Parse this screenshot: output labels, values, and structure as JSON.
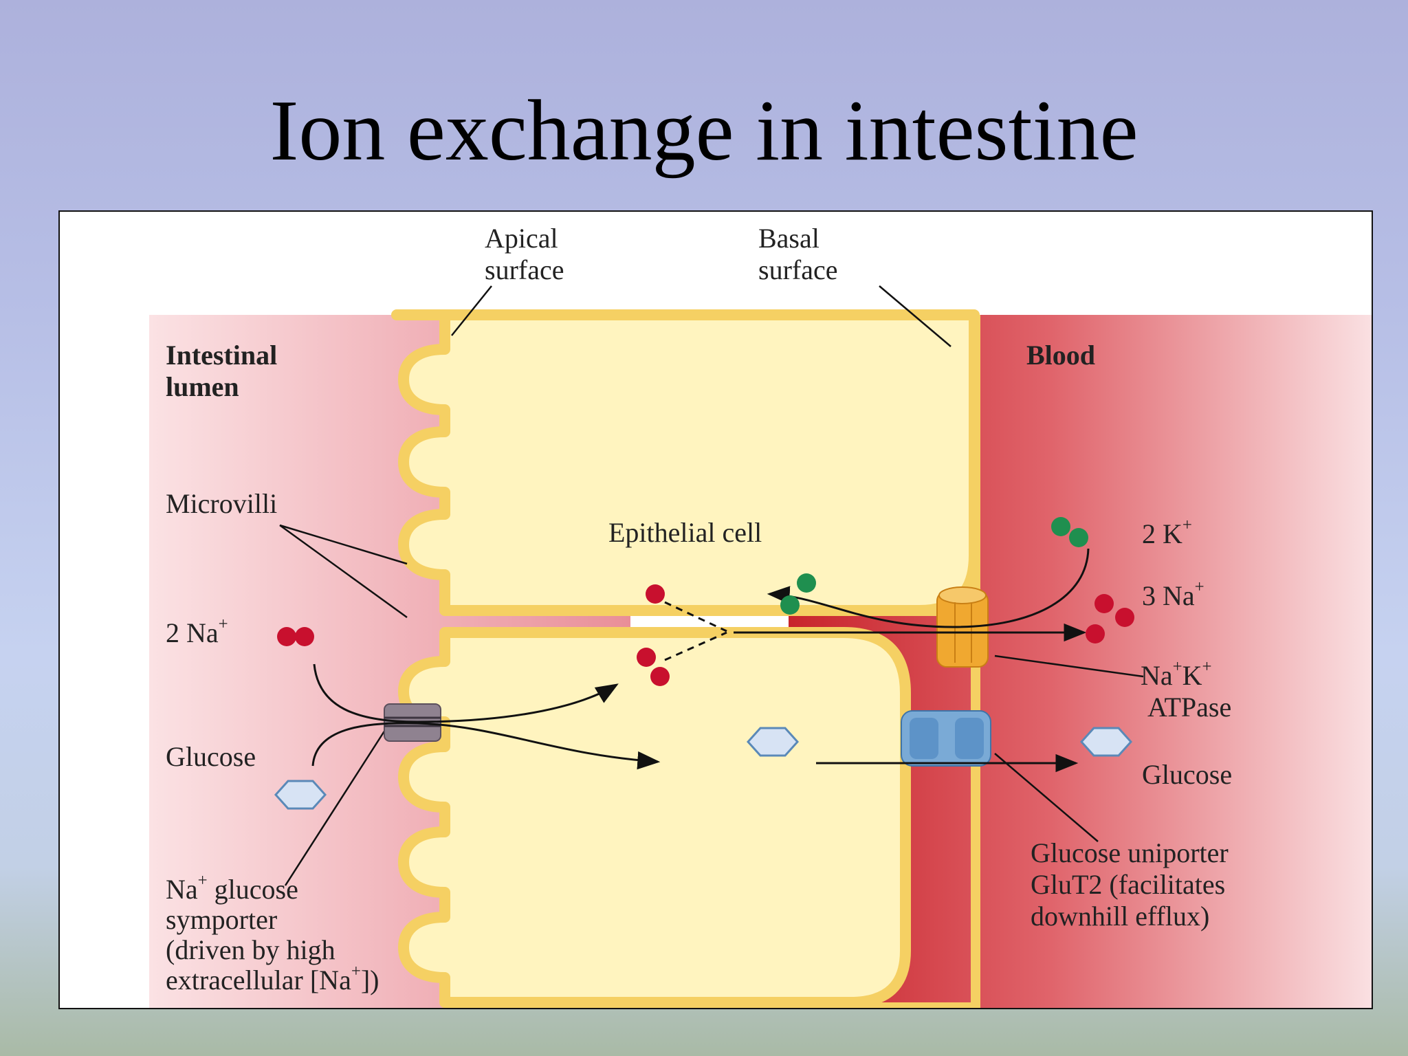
{
  "slide": {
    "title": "Ion exchange in intestine"
  },
  "labels": {
    "apical_surface": "Apical surface",
    "basal_surface": "Basal surface",
    "intestinal_lumen": "Intestinal lumen",
    "blood": "Blood",
    "microvilli": "Microvilli",
    "epithelial_cell": "Epithelial cell",
    "na_lumen": {
      "text": "2 Na",
      "sup": "+"
    },
    "k_blood": {
      "text": "2 K",
      "sup": "+"
    },
    "na_blood": {
      "text": "3 Na",
      "sup": "+"
    },
    "atpase_line1": {
      "a": "Na",
      "sup1": "+",
      "b": "K",
      "sup2": "+"
    },
    "atpase_line2": "ATPase",
    "glucose_lumen": "Glucose",
    "glucose_blood": "Glucose",
    "uniporter_line1": "Glucose uniporter",
    "uniporter_line2": "GluT2 (facilitates",
    "uniporter_line3": "downhill efflux)",
    "symporter_line1": {
      "a": "Na",
      "sup": "+",
      "b": " glucose"
    },
    "symporter_line2": "symporter",
    "symporter_line3": "(driven by high",
    "symporter_line4": {
      "a": "extracellular [Na",
      "sup": "+",
      "b": "])"
    }
  },
  "colors": {
    "lumen_pink": "#f0a9b0",
    "blood_red": "#d9363c",
    "cytoplasm_yellow": "#fff4bf",
    "membrane_yellow": "#f5d063",
    "sodium_red": "#c8102e",
    "potassium_green": "#1f8f4f",
    "glucose_blue": "#d7e3f4",
    "uniporter_blue": "#7aaad6",
    "atpase_orange": "#f0a830",
    "symporter_gray": "#8f8290"
  }
}
